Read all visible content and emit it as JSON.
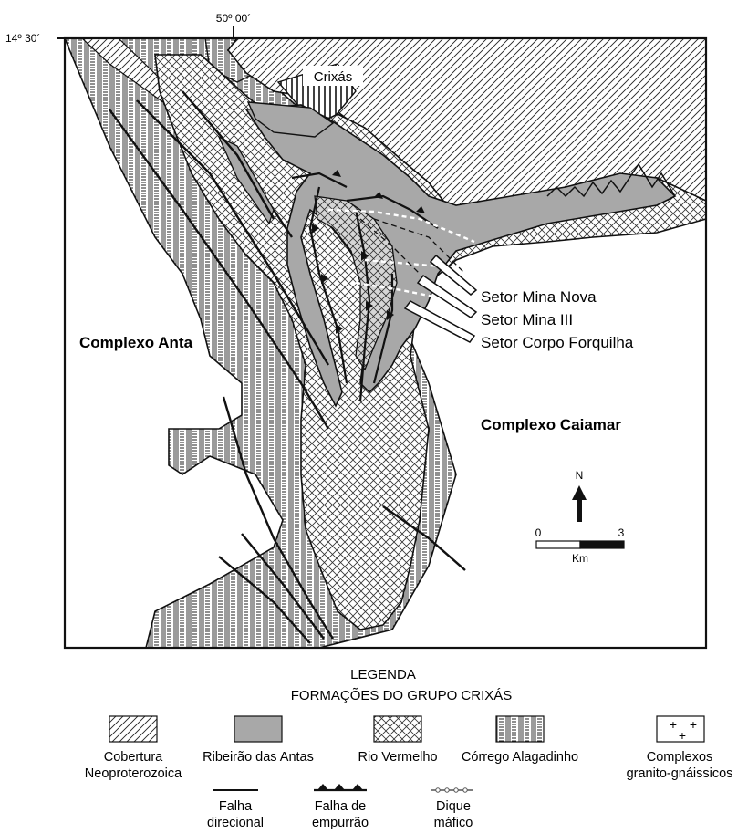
{
  "map": {
    "longitude_label": "50º 00´",
    "latitude_label": "14º 30´",
    "town": "Crixás",
    "complexes": {
      "anta": "Complexo Anta",
      "caiamar": "Complexo Caiamar"
    },
    "sectors": [
      "Setor Mina Nova",
      "Setor Mina III",
      "Setor Corpo Forquilha"
    ],
    "north_label": "N",
    "scale": {
      "start": "0",
      "end": "3",
      "unit": "Km"
    }
  },
  "legend": {
    "title": "LEGENDA",
    "subtitle": "FORMAÇÕES DO GRUPO CRIXÁS",
    "units": [
      {
        "label_line1": "Cobertura",
        "label_line2": "Neoproterozoica",
        "pattern": "diagonal-hatch"
      },
      {
        "label_line1": "Ribeirão das Antas",
        "label_line2": "",
        "pattern": "gray-fill",
        "color": "#a8a8a8"
      },
      {
        "label_line1": "Rio Vermelho",
        "label_line2": "",
        "pattern": "crosshatch"
      },
      {
        "label_line1": "Córrego Alagadinho",
        "label_line2": "",
        "pattern": "dash-lines"
      },
      {
        "label_line1": "Complexos",
        "label_line2": "granito-gnáissicos",
        "pattern": "crosses"
      }
    ],
    "structures": [
      {
        "label_line1": "Falha",
        "label_line2": "direcional"
      },
      {
        "label_line1": "Falha de",
        "label_line2": "empurrão"
      },
      {
        "label_line1": "Dique",
        "label_line2": "máfico"
      }
    ]
  }
}
